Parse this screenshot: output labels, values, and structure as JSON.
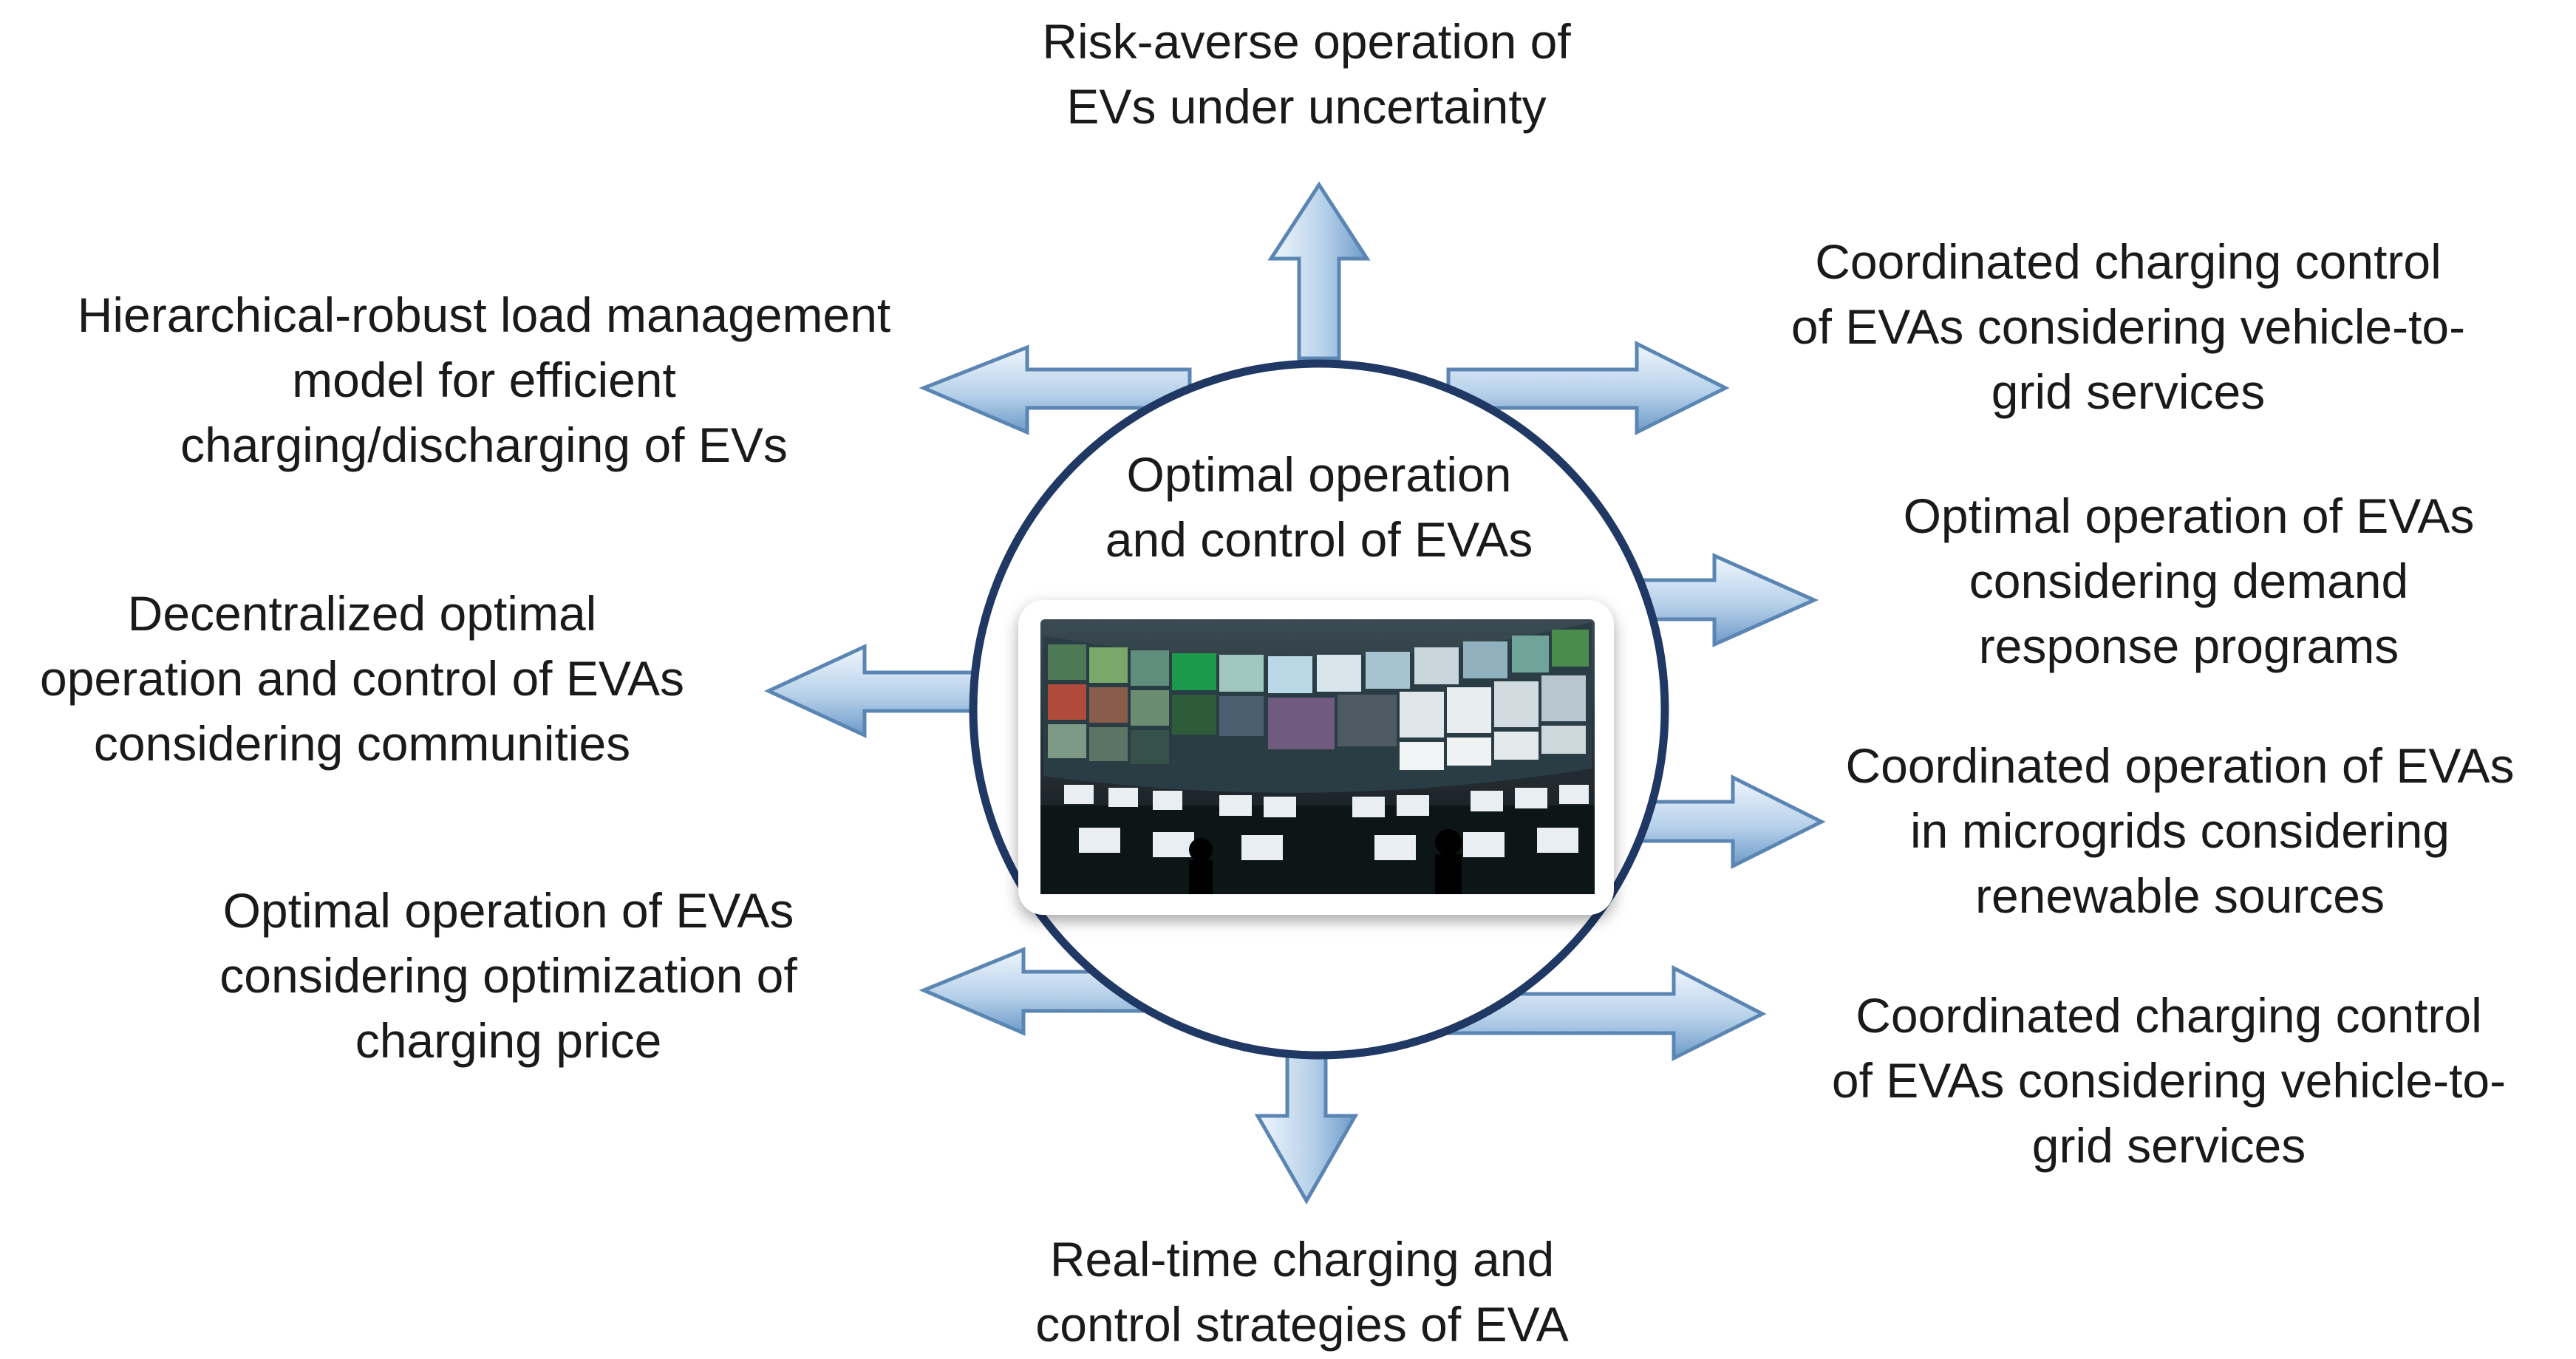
{
  "center": {
    "title_lines": [
      "Optimal operation",
      "and control of EVAs"
    ]
  },
  "topics": [
    {
      "id": "top",
      "lines": [
        "Risk-averse operation of",
        "EVs under uncertainty"
      ]
    },
    {
      "id": "upper-left",
      "lines": [
        "Hierarchical-robust load management",
        "model for efficient",
        "charging/discharging of EVs"
      ]
    },
    {
      "id": "upper-right",
      "lines": [
        "Coordinated charging control",
        "of EVAs considering vehicle-to-",
        "grid services"
      ]
    },
    {
      "id": "right-1",
      "lines": [
        "Optimal operation of EVAs",
        "considering demand",
        "response programs"
      ]
    },
    {
      "id": "mid-left",
      "lines": [
        "Decentralized optimal",
        "operation and control of EVAs",
        "considering communities"
      ]
    },
    {
      "id": "right-2",
      "lines": [
        "Coordinated operation of EVAs",
        "in microgrids considering",
        "renewable sources"
      ]
    },
    {
      "id": "lower-left",
      "lines": [
        "Optimal operation of EVAs",
        "considering optimization of",
        "charging price"
      ]
    },
    {
      "id": "lower-right",
      "lines": [
        "Coordinated charging control",
        "of EVAs considering vehicle-to-",
        "grid services"
      ]
    },
    {
      "id": "bottom",
      "lines": [
        "Real-time charging and",
        "control strategies of EVA"
      ]
    }
  ],
  "colors": {
    "arrow_light": "#dce9f6",
    "arrow_dark": "#6d9bc8",
    "arrow_stroke": "#5b86b3",
    "circle_stroke": "#1f3864"
  }
}
